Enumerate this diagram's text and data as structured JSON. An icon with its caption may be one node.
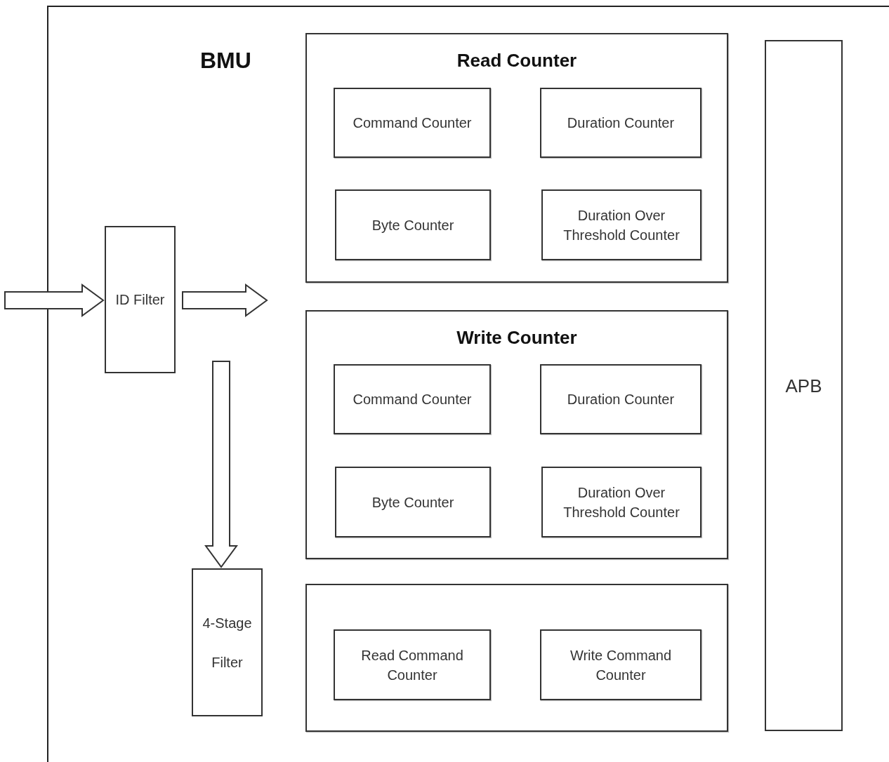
{
  "diagram": {
    "nodes": [
      {
        "text": [
          "BMU"
        ]
      },
      {
        "text": [
          "Read Counter"
        ],
        "in": 0
      },
      {
        "text": [
          "Command Counter"
        ],
        "in": 1
      },
      {
        "text": [
          "Duration Counter"
        ],
        "in": 1
      },
      {
        "text": [
          "Byte Counter"
        ],
        "in": 1
      },
      {
        "text": [
          "Duration Over Threshold Counter"
        ],
        "in": 1
      },
      {
        "text": [
          "Write Counter"
        ],
        "in": 0
      },
      {
        "text": [
          "Command Counter"
        ],
        "in": 6
      },
      {
        "text": [
          "Duration Counter"
        ],
        "in": 6
      },
      {
        "text": [
          "Byte Counter"
        ],
        "in": 6
      },
      {
        "text": [
          "Duration Over Threshold Counter"
        ],
        "in": 6
      },
      {
        "text": [],
        "shape": "box",
        "in": 0
      },
      {
        "text": [
          "Read Command Counter"
        ],
        "in": 11
      },
      {
        "text": [
          "Write Command Counter"
        ],
        "in": 11
      },
      {
        "text": [
          "ID Filter"
        ],
        "in": 0
      },
      {
        "text": [
          "4-Stage Filter"
        ],
        "in": 0
      },
      {
        "text": [
          "APB"
        ],
        "in": 0
      }
    ],
    "edges": [
      {
        "from": null,
        "to": 14,
        "arrow": "to"
      },
      {
        "from": 14,
        "to": null,
        "arrow": "to"
      },
      {
        "from": null,
        "to": 15,
        "arrow": "to"
      }
    ]
  }
}
